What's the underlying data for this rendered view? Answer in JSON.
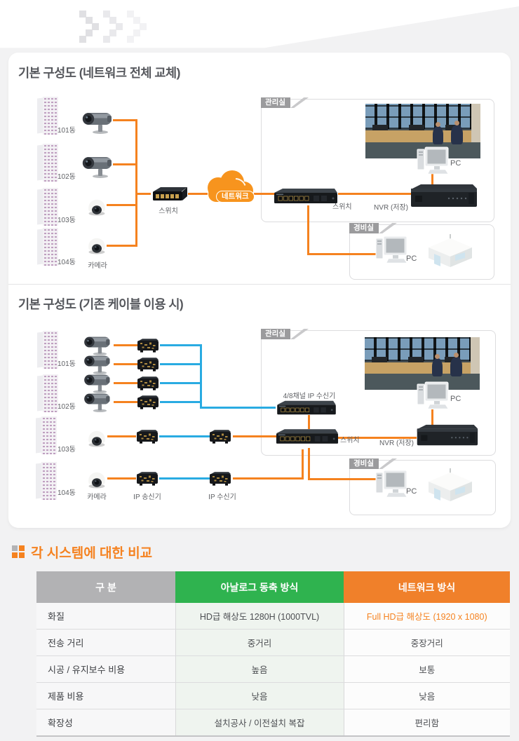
{
  "page": {
    "colors": {
      "accent_orange": "#f5821f",
      "cable_orange": "#f5821f",
      "cable_blue": "#29abe2",
      "table_green": "#2fb34f",
      "table_gray": "#b2b2b4"
    }
  },
  "section1": {
    "title": "기본 구성도 (네트워크 전체 교체)",
    "buildings": [
      "101동",
      "102동",
      "103동",
      "104동"
    ],
    "camera_label": "카메라",
    "switch_label": "스위치",
    "cloud_label": "네트워크",
    "management_room": {
      "tag": "관리실",
      "switch_label": "스위치",
      "nvr_label": "NVR (저장)",
      "pc_label": "PC"
    },
    "security_room": {
      "tag": "경비실",
      "pc_label": "PC"
    }
  },
  "section2": {
    "title": "기본 구성도 (기존 케이블 이용 시)",
    "buildings": [
      "101동",
      "102동",
      "103동",
      "104동"
    ],
    "camera_label": "카메라",
    "transmitter_label": "IP 송신기",
    "receiver_label": "IP 수신기",
    "channel_receiver_label": "4/8채널 IP 수신기",
    "management_room": {
      "tag": "관리실",
      "switch_label": "스위치",
      "nvr_label": "NVR (저장)",
      "pc_label": "PC"
    },
    "security_room": {
      "tag": "경비실",
      "pc_label": "PC"
    }
  },
  "comparison": {
    "heading": "각 시스템에 대한 비교",
    "table": {
      "headers": [
        "구 분",
        "아날로그 동축 방식",
        "네트워크 방식"
      ],
      "rows": [
        {
          "label": "화질",
          "analog": "HD급 해상도 1280H (1000TVL)",
          "network": "Full HD급 해상도 (1920 x 1080)"
        },
        {
          "label": "전송 거리",
          "analog": "중거리",
          "network": "중장거리"
        },
        {
          "label": "시공 / 유지보수 비용",
          "analog": "높음",
          "network": "보통"
        },
        {
          "label": "제품 비용",
          "analog": "낮음",
          "network": "낮음"
        },
        {
          "label": "확장성",
          "analog": "설치공사 / 이전설치 복잡",
          "network": "편리함"
        }
      ]
    }
  }
}
